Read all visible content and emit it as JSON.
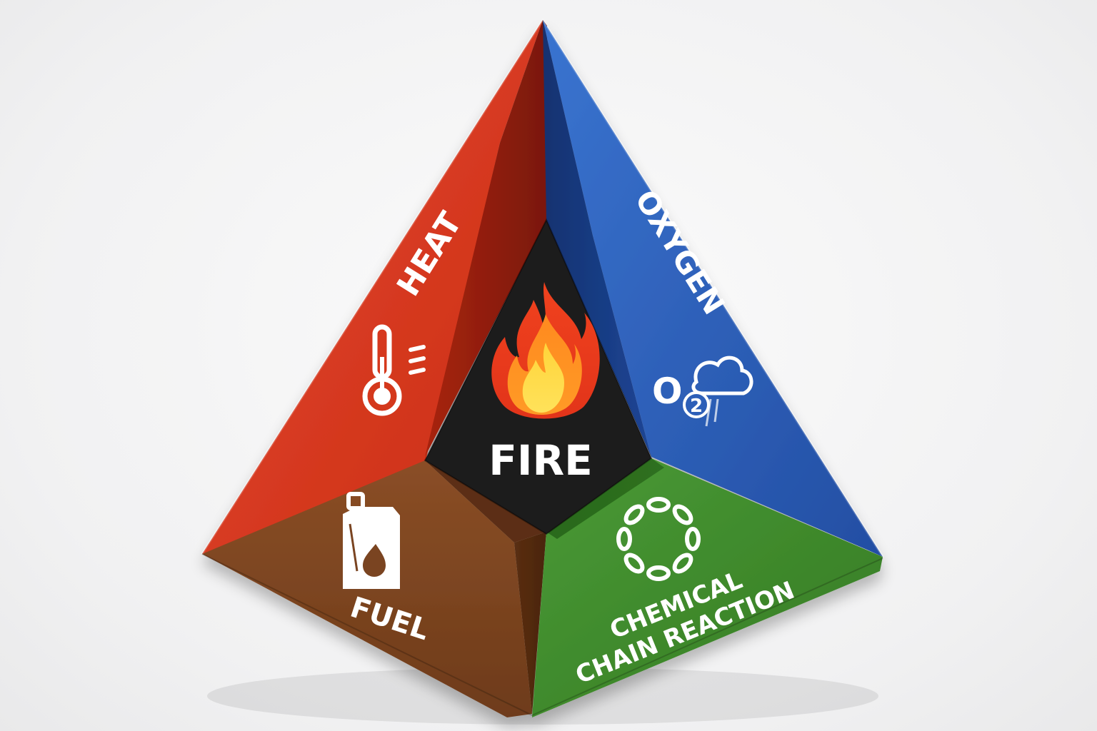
{
  "diagram": {
    "center": {
      "label": "FIRE",
      "icon": "flame-icon"
    },
    "faces": [
      {
        "id": "heat",
        "label": "HEAT",
        "icon": "thermometer-icon",
        "color": "#d8381c"
      },
      {
        "id": "oxygen",
        "label": "OXYGEN",
        "icon": "oxygen-cloud-icon",
        "color": "#2d5fb8",
        "formula": "O",
        "formula_sub": "2"
      },
      {
        "id": "fuel",
        "label": "FUEL",
        "icon": "fuel-can-icon",
        "color": "#7a4421"
      },
      {
        "id": "chain",
        "label_line1": "CHEMICAL",
        "label_line2": "CHAIN REACTION",
        "icon": "chain-ring-icon",
        "color": "#3f8a2e"
      }
    ],
    "center_color": "#1c1a1b"
  }
}
